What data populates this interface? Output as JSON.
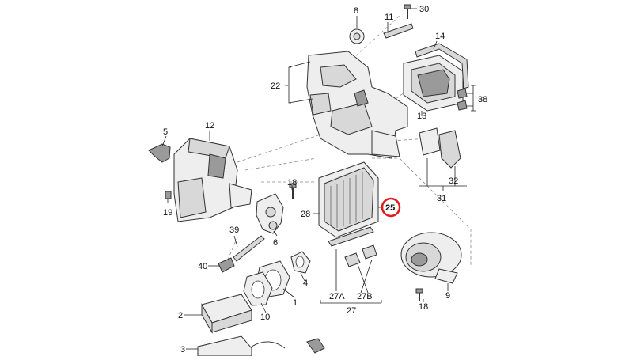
{
  "diagram": {
    "callouts": {
      "c2": "2",
      "c3": "3",
      "c4": "4",
      "c5": "5",
      "c6": "6",
      "c8": "8",
      "c9": "9",
      "c10": "10",
      "c11": "11",
      "c12": "12",
      "c13": "13",
      "c14": "14",
      "c18a": "18",
      "c18b": "18",
      "c19": "19",
      "c22": "22",
      "c25": "25",
      "c27": "27",
      "c27A": "27A",
      "c27B": "27B",
      "c28": "28",
      "c30": "30",
      "c31": "31",
      "c32": "32",
      "c38": "38",
      "c39": "39",
      "c40": "40",
      "c1": "1"
    },
    "highlight_color": "#e0191b"
  }
}
